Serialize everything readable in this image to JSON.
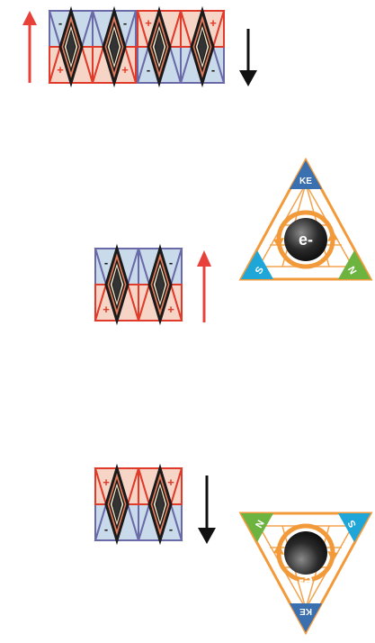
{
  "colors": {
    "red": "#e03a2a",
    "blue": "#6a6aa8",
    "light_blue": "#c9dbea",
    "light_red": "#f6d5c6",
    "black": "#1a1a1a",
    "arrow_red": "#e8413a",
    "arrow_black": "#111111",
    "orange": "#f29a3a",
    "ke_blue": "#3a6fb0",
    "s_cyan": "#1fa6d8",
    "n_green": "#6db33f",
    "electron": "#2a2a2a"
  },
  "labels": {
    "minus": "-",
    "plus": "+",
    "electron": "e-",
    "ke": "KE",
    "s": "S",
    "n": "N"
  }
}
